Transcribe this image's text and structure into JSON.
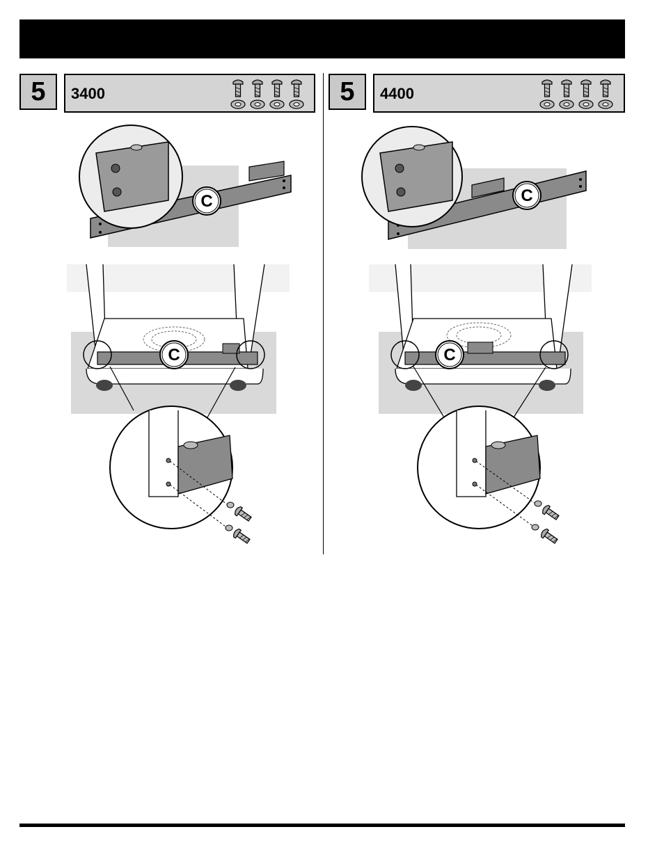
{
  "panels": [
    {
      "step": "5",
      "model": "3400",
      "callout": "C"
    },
    {
      "step": "5",
      "model": "4400",
      "callout": "C"
    }
  ],
  "hardware": {
    "screw_count": 4,
    "washer_count": 4
  },
  "colors": {
    "gray_box": "#d4d4d4",
    "step_box": "#c9c9c9",
    "bg_gray": "#d9d9d9",
    "rail": "#8a8a8a"
  }
}
